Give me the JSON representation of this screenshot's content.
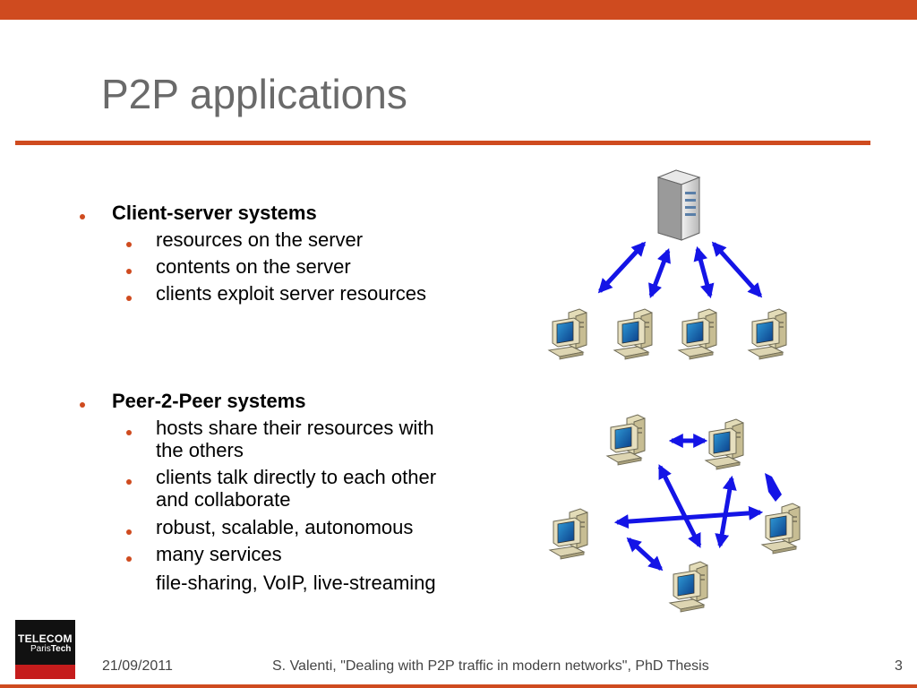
{
  "slide": {
    "title": "P2P applications"
  },
  "sections": {
    "client_server": {
      "heading": "Client-server systems",
      "items": [
        "resources on the server",
        "contents on the server",
        "clients exploit server resources"
      ]
    },
    "p2p": {
      "heading": "Peer-2-Peer systems",
      "items": [
        [
          "hosts share their resources with",
          "the others"
        ],
        [
          "clients talk directly to each other",
          "and collaborate"
        ],
        [
          "robust, scalable, autonomous"
        ],
        [
          "many services"
        ]
      ],
      "services_detail": "file-sharing, VoIP, live-streaming"
    }
  },
  "footer": {
    "date": "21/09/2011",
    "citation": "S. Valenti, \"Dealing with P2P traffic in modern networks\", PhD Thesis",
    "page_number": "3"
  },
  "logo": {
    "line1": "TELECOM",
    "line2a": "Paris",
    "line2b": "Tech"
  },
  "colors": {
    "accent": "#cf4b1f",
    "arrow": "#1414e6",
    "title": "#6a6a6a"
  },
  "icons": {
    "server": "server-tower-icon",
    "computer": "desktop-computer-icon"
  }
}
